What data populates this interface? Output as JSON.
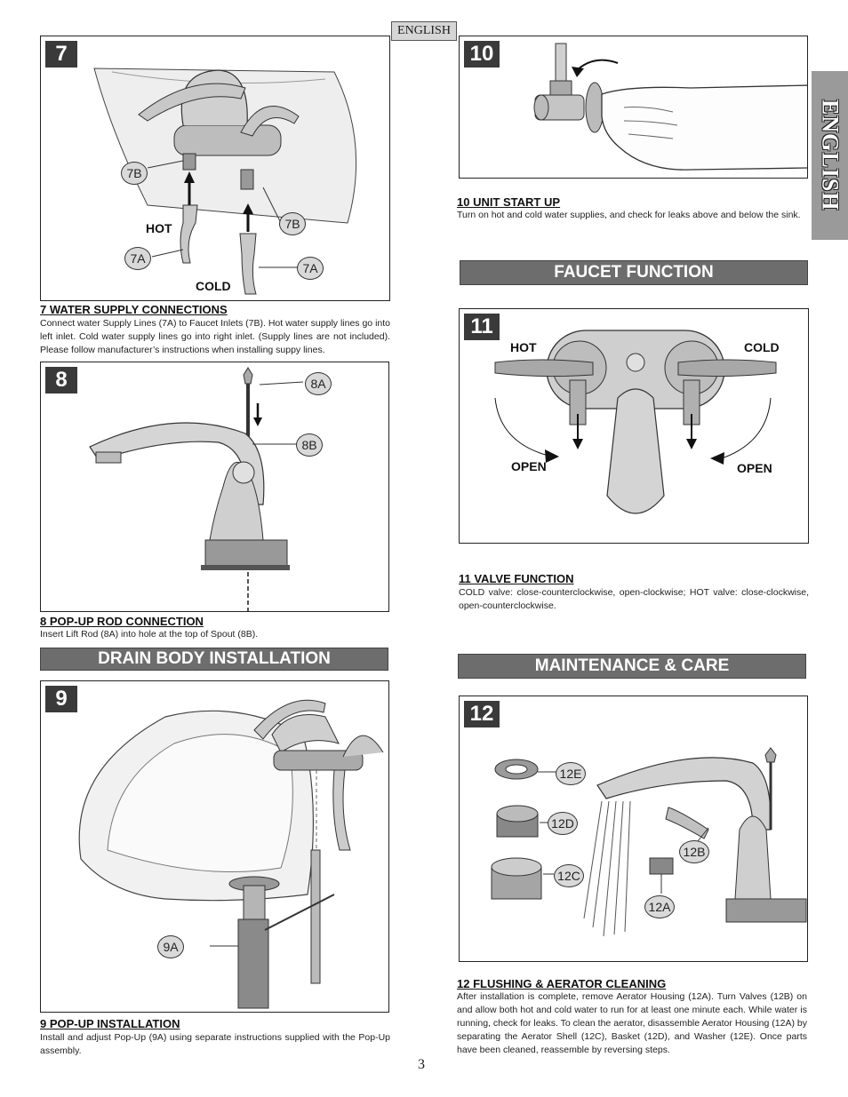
{
  "header": {
    "language_tab": "ENGLISH",
    "side_tab": "ENGLISH"
  },
  "steps": {
    "s7": {
      "num": "7",
      "title": "7  WATER SUPPLY CONNECTIONS",
      "text": "Connect water Supply Lines (7A) to Faucet Inlets (7B). Hot water supply lines go into left inlet. Cold water supply lines go into right inlet. (Supply lines are not included). Please follow manufacturer’s instructions when installing suppy lines.",
      "labels": {
        "hot": "HOT",
        "cold": "COLD",
        "c7b": "7B",
        "c7a": "7A"
      }
    },
    "s8": {
      "num": "8",
      "title": "8  POP-UP ROD CONNECTION",
      "text": "Insert Lift Rod (8A) into hole at the top of Spout (8B).",
      "labels": {
        "c8a": "8A",
        "c8b": "8B"
      }
    },
    "s9": {
      "num": "9",
      "title": "9  POP-UP INSTALLATION",
      "text": "Install and adjust Pop-Up (9A) using separate instructions supplied with the Pop-Up assembly.",
      "labels": {
        "c9a": "9A"
      }
    },
    "s10": {
      "num": "10",
      "title": "10  UNIT START UP",
      "text": "Turn on hot and cold water supplies, and check for leaks above and below the sink."
    },
    "s11": {
      "num": "11",
      "title": "11  VALVE FUNCTION",
      "text": "COLD valve: close-counterclockwise, open-clockwise; HOT valve: close-clockwise, open-counterclockwise.",
      "labels": {
        "hot": "HOT",
        "cold": "COLD",
        "open_left": "OPEN",
        "open_right": "OPEN"
      }
    },
    "s12": {
      "num": "12",
      "title": "12  FLUSHING & AERATOR CLEANING",
      "text": "After installation is complete, remove Aerator Housing (12A). Turn Valves (12B) on and allow both hot and cold water to run for at least one minute each. While water is running, check for leaks. To clean the aerator, disassemble Aerator Housing (12A) by separating the Aerator Shell (12C), Basket (12D), and Washer (12E). Once parts have been cleaned, reassemble by reversing steps.",
      "labels": {
        "c12a": "12A",
        "c12b": "12B",
        "c12c": "12C",
        "c12d": "12D",
        "c12e": "12E"
      }
    }
  },
  "banners": {
    "drain": "DRAIN BODY INSTALLATION",
    "faucet": "FAUCET FUNCTION",
    "maintenance": "MAINTENANCE & CARE"
  },
  "page_number": "3"
}
